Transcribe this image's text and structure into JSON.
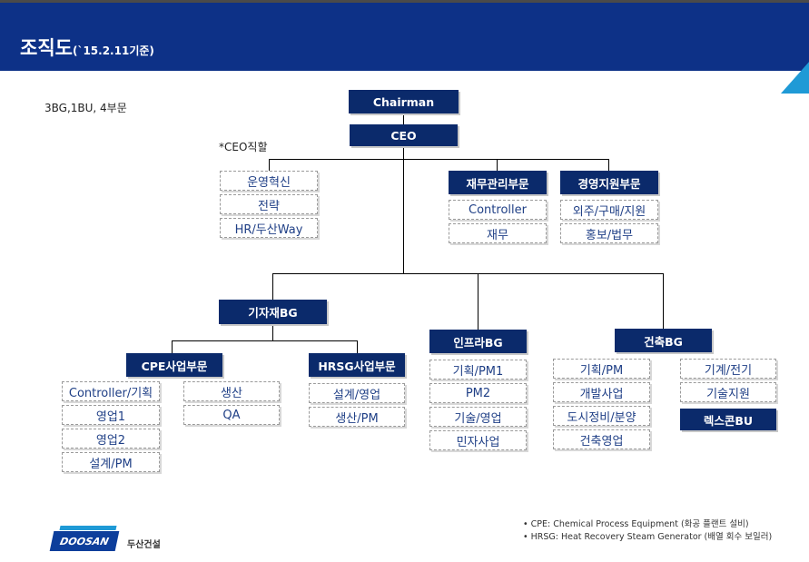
{
  "header": {
    "title": "조직도",
    "subtitle": "(`15.2.11기준)"
  },
  "notes": {
    "summary": "3BG,1BU, 4부문",
    "ceo_direct": "*CEO직할"
  },
  "org": {
    "chairman": "Chairman",
    "ceo": "CEO",
    "ceo_direct_items": [
      "운영혁신",
      "전략",
      "HR/두산Way"
    ],
    "finance": {
      "label": "재무관리부문",
      "items": [
        "Controller",
        "재무"
      ]
    },
    "support": {
      "label": "경영지원부문",
      "items": [
        "외주/구매/지원",
        "홍보/법무"
      ]
    },
    "equipment_bg": {
      "label": "기자재BG"
    },
    "cpe": {
      "label": "CPE사업부문",
      "col1": [
        "Controller/기획",
        "영업1",
        "영업2",
        "설계/PM"
      ],
      "col2": [
        "생산",
        "QA"
      ]
    },
    "hrsg": {
      "label": "HRSG사업부문",
      "items": [
        "설계/영업",
        "생산/PM"
      ]
    },
    "infra_bg": {
      "label": "인프라BG",
      "items": [
        "기획/PM1",
        "PM2",
        "기술/영업",
        "민자사업"
      ]
    },
    "arch_bg": {
      "label": "건축BG",
      "col1": [
        "기획/PM",
        "개발사업",
        "도시정비/분양",
        "건축영업"
      ],
      "col2": [
        "기계/전기",
        "기술지원"
      ],
      "bu": "렉스콘BU"
    }
  },
  "footnotes": [
    "• CPE: Chemical Process Equipment (화공 플랜트 설비)",
    "• HRSG: Heat Recovery Steam Generator (배열 회수 보일러)"
  ],
  "logo": {
    "brand": "DOOSAN",
    "company": "두산건설"
  },
  "colors": {
    "header": "#0d3187",
    "dark_box": "#0b2a6b",
    "text_blue": "#1f3f86",
    "accent": "#1f9ad6"
  }
}
